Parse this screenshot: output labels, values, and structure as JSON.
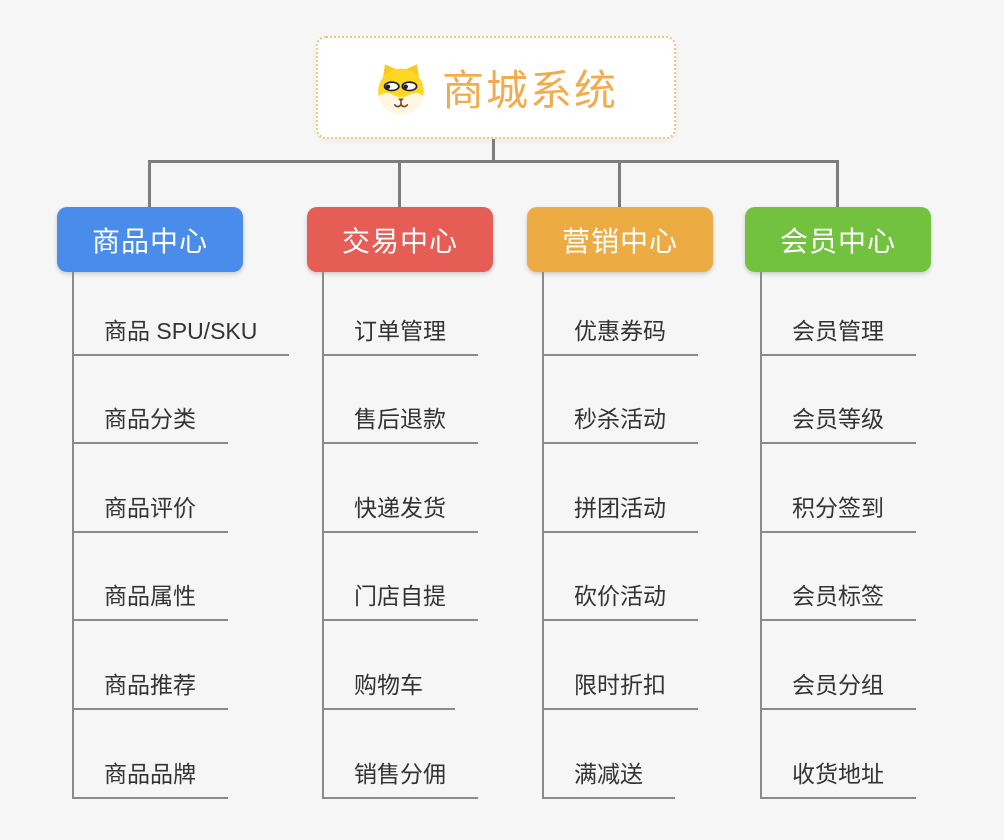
{
  "root": {
    "title": "商城系统",
    "icon": "dog-face-icon",
    "accent_color": "#f0ad4e",
    "border_color": "#f2c47b"
  },
  "connector_color": "#7d7d7d",
  "branches": [
    {
      "label": "商品中心",
      "color": "#4a8ce9",
      "items": [
        "商品 SPU/SKU",
        "商品分类",
        "商品评价",
        "商品属性",
        "商品推荐",
        "商品品牌"
      ]
    },
    {
      "label": "交易中心",
      "color": "#e65d55",
      "items": [
        "订单管理",
        "售后退款",
        "快递发货",
        "门店自提",
        "购物车",
        "销售分佣"
      ]
    },
    {
      "label": "营销中心",
      "color": "#ecac43",
      "items": [
        "优惠券码",
        "秒杀活动",
        "拼团活动",
        "砍价活动",
        "限时折扣",
        "满减送"
      ]
    },
    {
      "label": "会员中心",
      "color": "#72c13f",
      "items": [
        "会员管理",
        "会员等级",
        "积分签到",
        "会员标签",
        "会员分组",
        "收货地址"
      ]
    }
  ]
}
